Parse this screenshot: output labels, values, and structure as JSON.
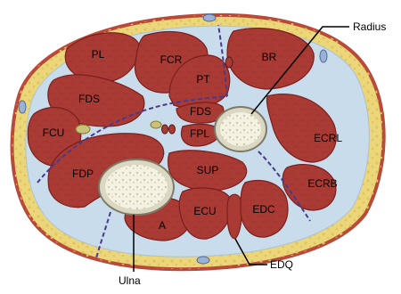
{
  "diagram": {
    "muscles": {
      "pl": "PL",
      "fcr": "FCR",
      "pt": "PT",
      "br": "BR",
      "fds_superficial": "FDS",
      "fds_deep": "FDS",
      "fpl": "FPL",
      "fcu": "FCU",
      "ecrl": "ECRL",
      "ecrb": "ECRB",
      "fdp": "FDP",
      "sup": "SUP",
      "ecu": "ECU",
      "edc": "EDC",
      "a": "A"
    },
    "callouts": {
      "radius": "Radius",
      "ulna": "Ulna",
      "edq": "EDQ"
    },
    "colors": {
      "skin": "#b94a3a",
      "fat": "#ecd67a",
      "muscle": "#a93a34",
      "muscle_edge": "#7a1f1d",
      "fascia": "#c9dcec",
      "bone_cortex": "#dad7c2",
      "bone_marrow": "#f4f1e2",
      "compartment_line": "#4a3a8c"
    }
  }
}
